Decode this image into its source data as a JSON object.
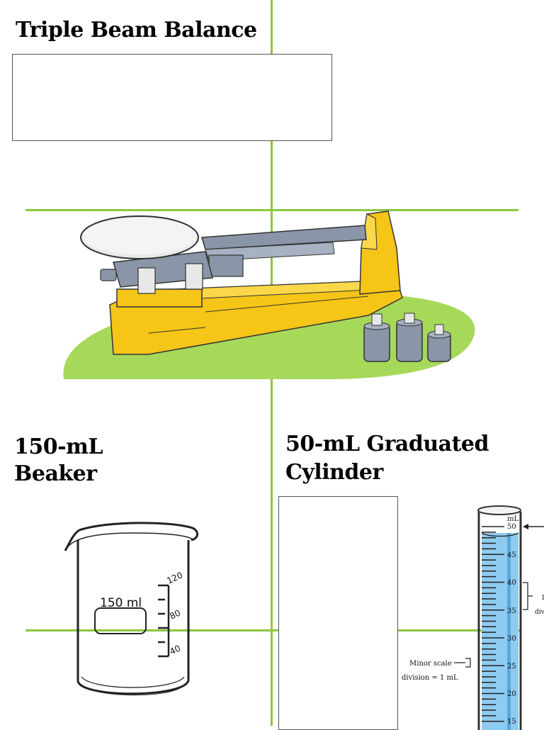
{
  "sections": {
    "balance": {
      "title": "Triple Beam Balance"
    },
    "beaker": {
      "title_line1": "150-mL",
      "title_line2": "Beaker",
      "label": "150 ml",
      "marks": [
        "120",
        "80",
        "40"
      ]
    },
    "cylinder": {
      "title_line1": "50-mL Graduated",
      "title_line2": "Cylinder",
      "unit": "mL",
      "scale": [
        "50",
        "45",
        "40",
        "35",
        "30",
        "25",
        "20",
        "15"
      ],
      "minor_label_line1": "Minor scale",
      "minor_label_line2": "division = 1 mL",
      "major_label_fragment": "div"
    }
  },
  "colors": {
    "guide_line": "#8cc63f",
    "balance_base": "#f5c518",
    "balance_beam": "#8a95a8",
    "grass": "#a6d85a",
    "liquid": "#8ecbf0"
  }
}
